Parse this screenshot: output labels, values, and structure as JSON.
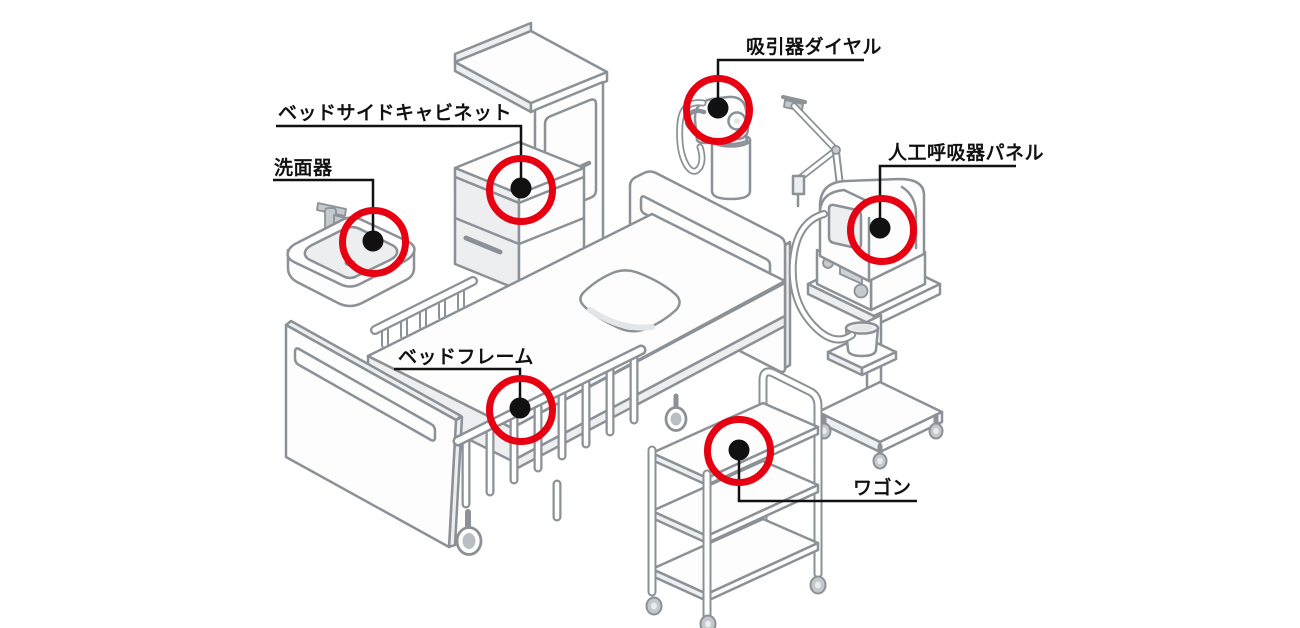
{
  "colors": {
    "background": "#ffffff",
    "highlight_ring": "#e60012",
    "marker_dot": "#111111",
    "leader_line": "#111111",
    "label_text": "#111111",
    "artwork_line": "#8b9196",
    "artwork_fill": "#fdfdfd",
    "artwork_shade": "#eceef0",
    "artwork_metal": "#c6cacd"
  },
  "callouts": [
    {
      "id": "suction-dial",
      "label": "吸引器ダイヤル"
    },
    {
      "id": "bedside-cabinet",
      "label": "ベッドサイドキャビネット"
    },
    {
      "id": "washbasin",
      "label": "洗面器"
    },
    {
      "id": "ventilator-panel",
      "label": "人工呼吸器パネル"
    },
    {
      "id": "bed-frame",
      "label": "ベッドフレーム"
    },
    {
      "id": "wagon",
      "label": "ワゴン"
    }
  ]
}
